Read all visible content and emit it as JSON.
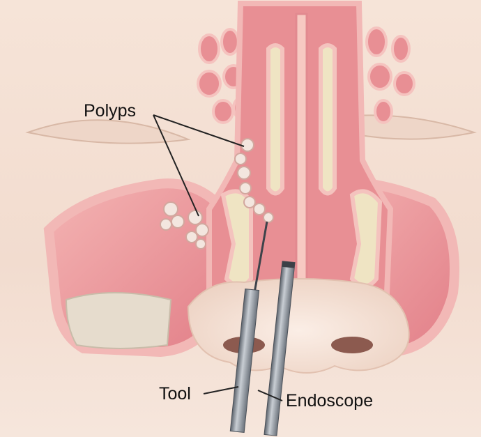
{
  "labels": {
    "polyps": "Polyps",
    "tool": "Tool",
    "endoscope": "Endoscope"
  },
  "colors": {
    "skin": "#f3ddd0",
    "skin_shadow": "#e7c6b5",
    "mucosa": "#e88f94",
    "mucosa_dark": "#d9636d",
    "tissue_light": "#f6c8c0",
    "bone": "#efe4c3",
    "polyp": "#f3e6df",
    "metal": "#8d949c",
    "metal_dark": "#5b626b",
    "line": "#222222"
  }
}
